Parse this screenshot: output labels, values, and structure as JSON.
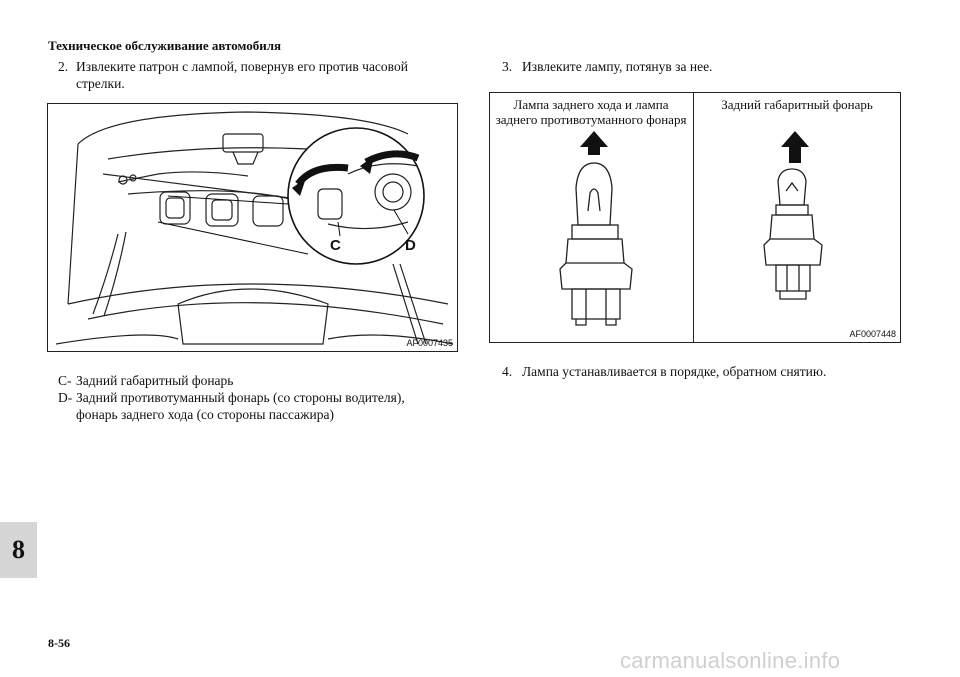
{
  "header": {
    "title": "Техническое обслуживание автомобиля"
  },
  "left": {
    "step_num": "2.",
    "step_text_line1": "Извлеките патрон с лампой, повернув его против часовой",
    "step_text_line2": "стрелки.",
    "figure": {
      "code": "AF0007435",
      "label_c": "C",
      "label_d": "D"
    },
    "legend": [
      {
        "key": "C-",
        "text": "Задний габаритный фонарь"
      },
      {
        "key": "D-",
        "text": "Задний противотуманный фонарь (со стороны водителя),",
        "cont": "фонарь заднего хода (со стороны пассажира)"
      }
    ]
  },
  "right": {
    "step3_num": "3.",
    "step3_text": "Извлеките лампу, потянув за нее.",
    "figure": {
      "code": "AF0007448",
      "left_label_line1": "Лампа заднего хода и лампа",
      "left_label_line2": "заднего противотуманного фонаря",
      "right_label": "Задний габаритный фонарь"
    },
    "step4_num": "4.",
    "step4_text": "Лампа устанавливается в порядке, обратном снятию."
  },
  "section_tab": "8",
  "page_number": "8-56",
  "watermark": "carmanualsonline.info"
}
